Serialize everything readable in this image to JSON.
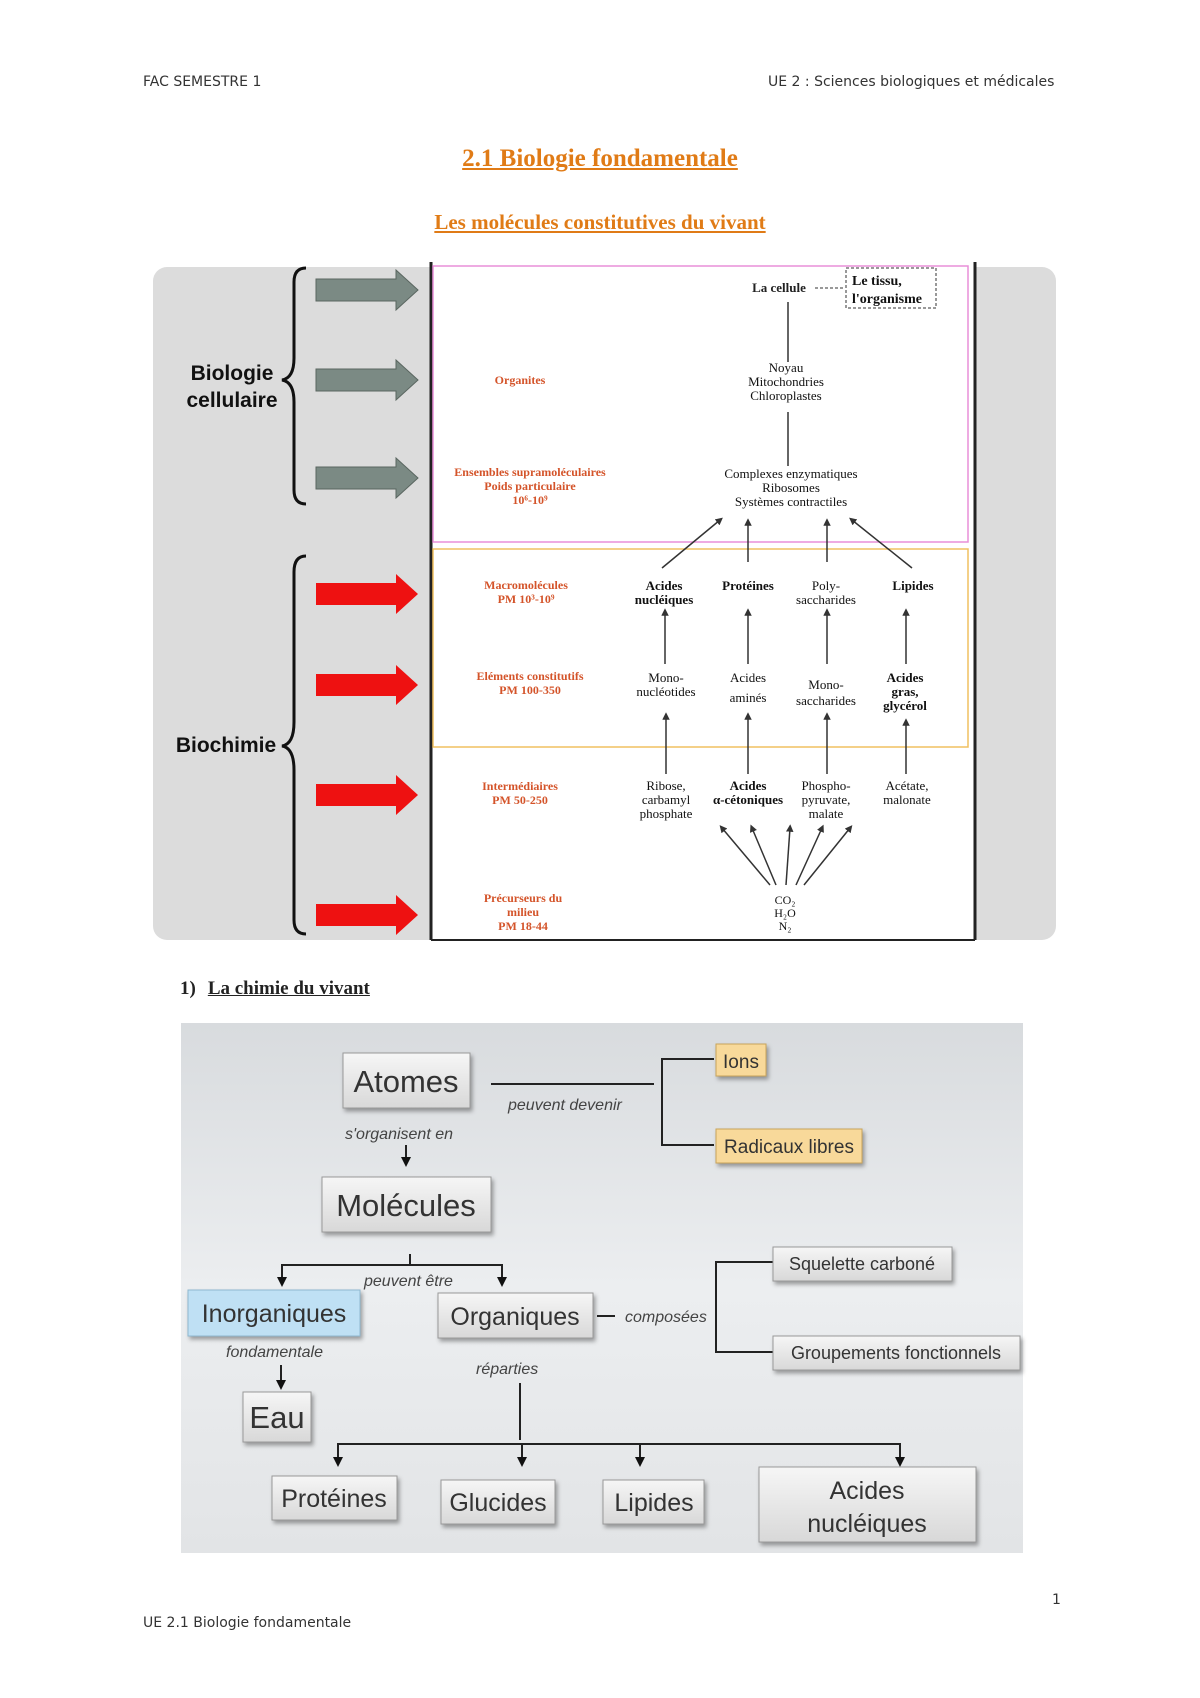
{
  "header": {
    "left": "FAC  SEMESTRE 1",
    "right": "UE 2 : Sciences biologiques et médicales"
  },
  "title": "2.1 Biologie fondamentale",
  "subtitle": "Les molécules constitutives du vivant",
  "figure1": {
    "groups": {
      "bio_cell": [
        "Biologie",
        "cellulaire"
      ],
      "biochimie": "Biochimie"
    },
    "colors": {
      "grey_arrow": "#7b8a84",
      "red_arrow": "#ee1111",
      "level_text": "#d4542a",
      "pink_box": "#e88fd8",
      "yellow_box": "#f0c060"
    },
    "top": {
      "cellule": "La cellule",
      "tissu": [
        "Le tissu,",
        "l'organisme"
      ]
    },
    "levels": {
      "organites": "Organites",
      "ensembles": [
        "Ensembles supramoléculaires",
        "Poids particulaire",
        "10⁶-10⁹"
      ],
      "macro": [
        "Macromolécules",
        "PM 10³-10⁹"
      ],
      "elements": [
        "Eléments constitutifs",
        "PM 100-350"
      ],
      "intermediaires": [
        "Intermédiaires",
        "PM 50-250"
      ],
      "precurseurs": [
        "Précurseurs du",
        "milieu",
        "PM 18-44"
      ]
    },
    "organites_items": [
      "Noyau",
      "Mitochondries",
      "Chloroplastes"
    ],
    "complexes_items": [
      "Complexes enzymatiques",
      "Ribosomes",
      "Systèmes contractiles"
    ],
    "macro_items": [
      [
        "Acides",
        "nucléiques"
      ],
      [
        "Protéines"
      ],
      [
        "Poly-",
        "saccharides"
      ],
      [
        "Lipides"
      ]
    ],
    "element_items": [
      [
        "Mono-",
        "nucléotides"
      ],
      [
        "Acides",
        "aminés"
      ],
      [
        "Mono-",
        "saccharides"
      ],
      [
        "Acides",
        "gras,",
        "glycérol"
      ]
    ],
    "inter_items": [
      [
        "Ribose,",
        "carbamyl",
        "phosphate"
      ],
      [
        "Acides",
        "α-cétoniques"
      ],
      [
        "Phospho-",
        "pyruvate,",
        "malate"
      ],
      [
        "Acétate,",
        "malonate"
      ]
    ],
    "precursors": [
      "CO₂",
      "H₂O",
      "N₂"
    ]
  },
  "section1": {
    "num": "1)",
    "title": "La chimie du vivant"
  },
  "figure2": {
    "atomes": "Atomes",
    "peuvent_devenir": "peuvent devenir",
    "ions": "Ions",
    "radicaux": "Radicaux libres",
    "s_organisent": "s'organisent en",
    "molecules": "Molécules",
    "peuvent_etre": "peuvent être",
    "inorganiques": "Inorganiques",
    "organiques": "Organiques",
    "composees": "composées",
    "squelette": "Squelette carboné",
    "groupements": "Groupements fonctionnels",
    "fondamentale": "fondamentale",
    "eau": "Eau",
    "reparties": "réparties",
    "proteines": "Protéines",
    "glucides": "Glucides",
    "lipides": "Lipides",
    "acides_nucleiques": [
      "Acides",
      "nucléiques"
    ],
    "colors": {
      "ion_box": "#f8d99a",
      "inorg_box": "#bfe0f4"
    }
  },
  "footer": {
    "left": "UE 2.1 Biologie fondamentale",
    "page": "1"
  }
}
